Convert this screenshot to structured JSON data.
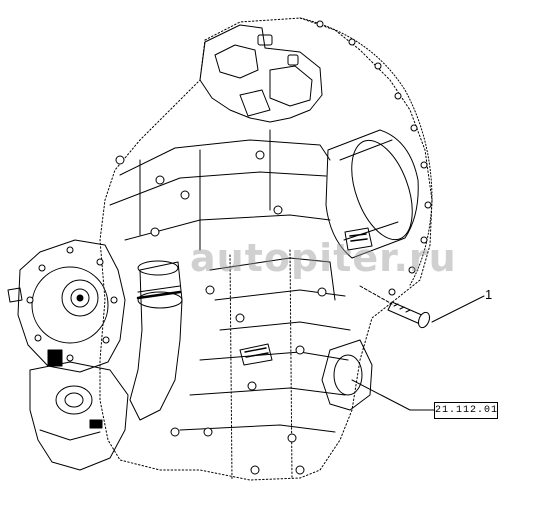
{
  "callouts": [
    {
      "number": "1"
    }
  ],
  "reference": {
    "code": "21.112.01"
  },
  "watermark": {
    "text": "autopiter.ru"
  },
  "colors": {
    "line": "#000000",
    "background": "#ffffff",
    "watermark": "#969696"
  }
}
